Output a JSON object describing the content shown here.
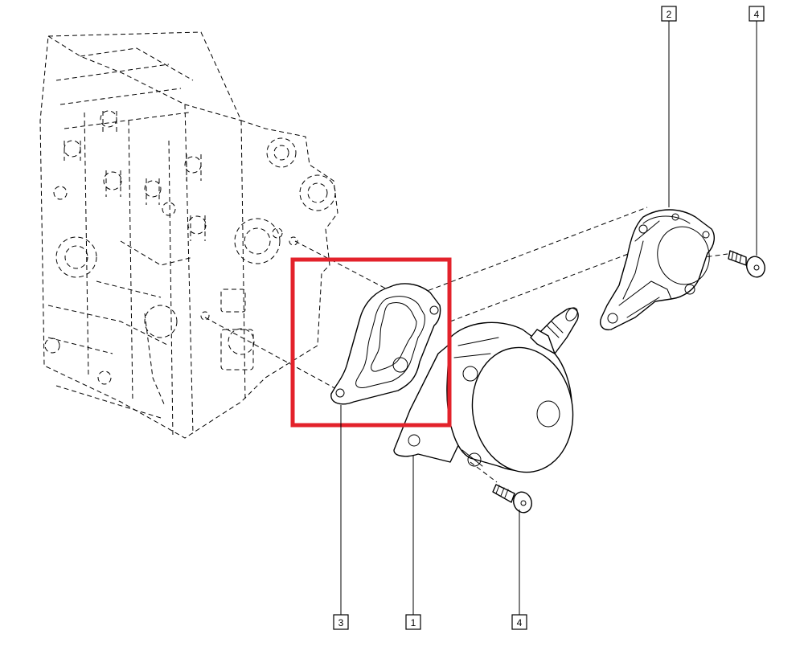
{
  "callouts": {
    "part_1": "1",
    "part_2": "2",
    "part_3": "3",
    "part_4_top": "4",
    "part_4_bottom": "4"
  },
  "highlight": {
    "color": "#e3222b",
    "target": "part_3"
  }
}
